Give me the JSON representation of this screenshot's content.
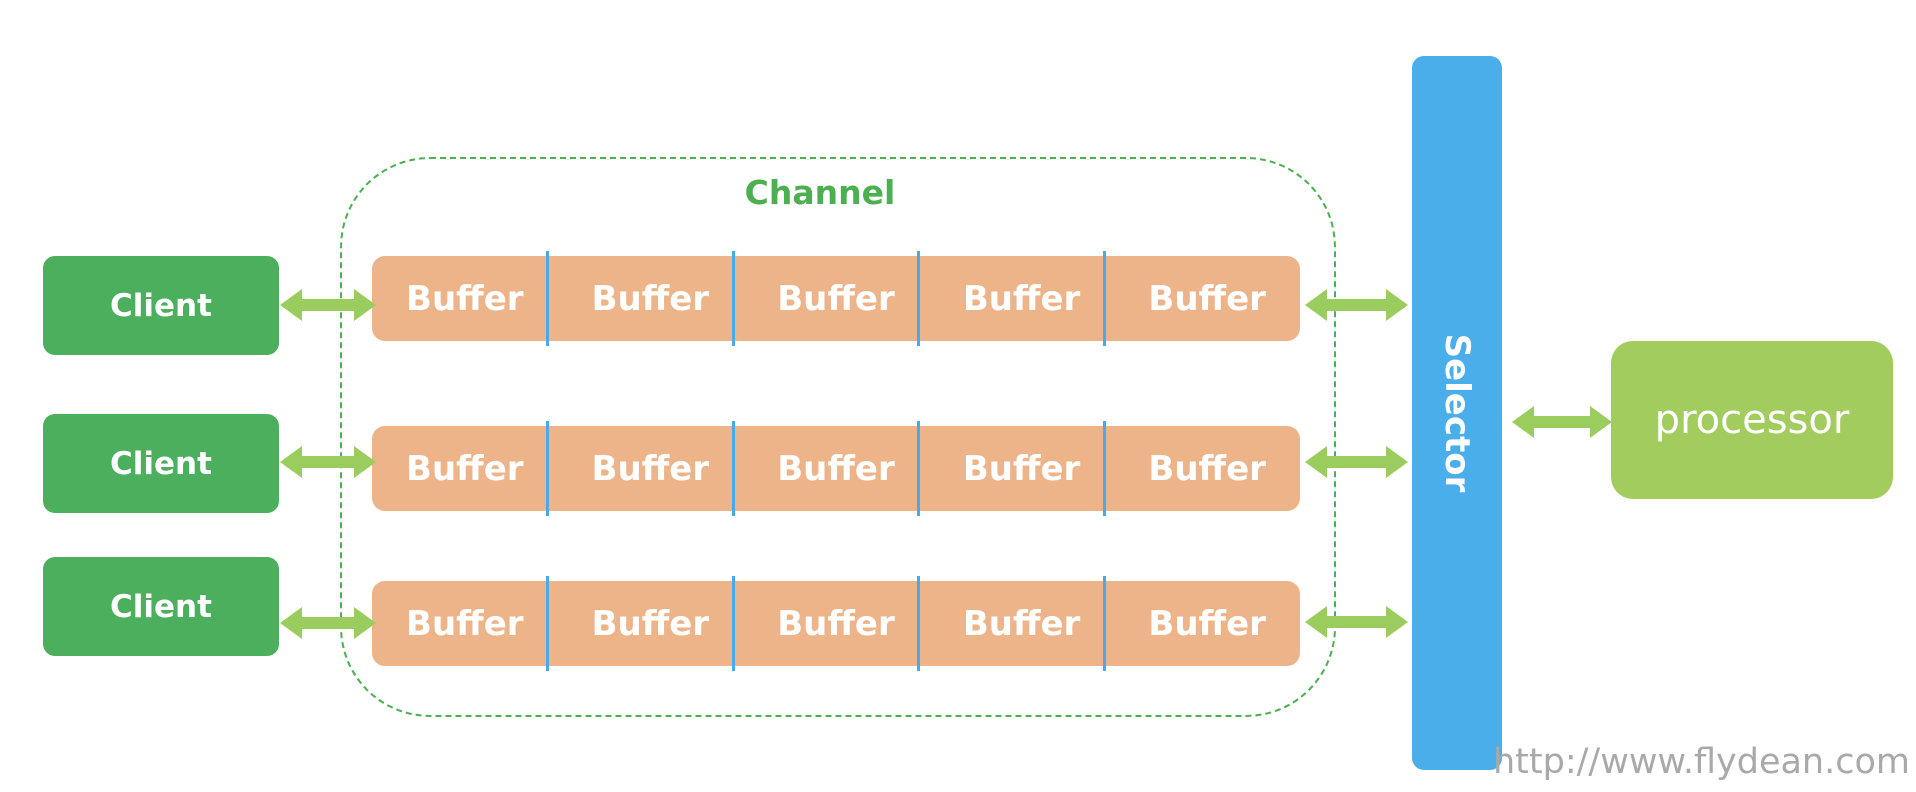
{
  "colors": {
    "client": "#4caf5d",
    "buffer": "#edb48a",
    "buffer_divider": "#4aa9e8",
    "channel": "#4caf50",
    "selector": "#4aaeea",
    "processor": "#a3cc5e",
    "arrow": "#9acd5e",
    "watermark": "#a9a9a9"
  },
  "channel": {
    "label": "Channel"
  },
  "clients": [
    {
      "label": "Client"
    },
    {
      "label": "Client"
    },
    {
      "label": "Client"
    }
  ],
  "buffer_rows": [
    {
      "cells": [
        "Buffer",
        "Buffer",
        "Buffer",
        "Buffer",
        "Buffer"
      ]
    },
    {
      "cells": [
        "Buffer",
        "Buffer",
        "Buffer",
        "Buffer",
        "Buffer"
      ]
    },
    {
      "cells": [
        "Buffer",
        "Buffer",
        "Buffer",
        "Buffer",
        "Buffer"
      ]
    }
  ],
  "selector": {
    "label": "Selector"
  },
  "processor": {
    "label": "processor"
  },
  "watermark": {
    "text": "http://www.flydean.com"
  }
}
